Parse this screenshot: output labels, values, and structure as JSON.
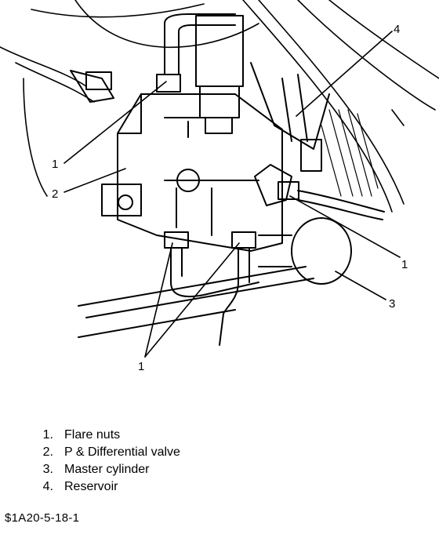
{
  "callouts": {
    "flare_nuts_top": "1",
    "flare_nuts_right": "1",
    "flare_nuts_bottom": "1",
    "valve": "2",
    "master_cylinder": "3",
    "reservoir": "4"
  },
  "legend": [
    {
      "num": "1.",
      "text": "Flare nuts"
    },
    {
      "num": "2.",
      "text": "P & Differential valve"
    },
    {
      "num": "3.",
      "text": "Master cylinder"
    },
    {
      "num": "4.",
      "text": "Reservoir"
    }
  ],
  "figure_id": "$1A20-5-18-1"
}
